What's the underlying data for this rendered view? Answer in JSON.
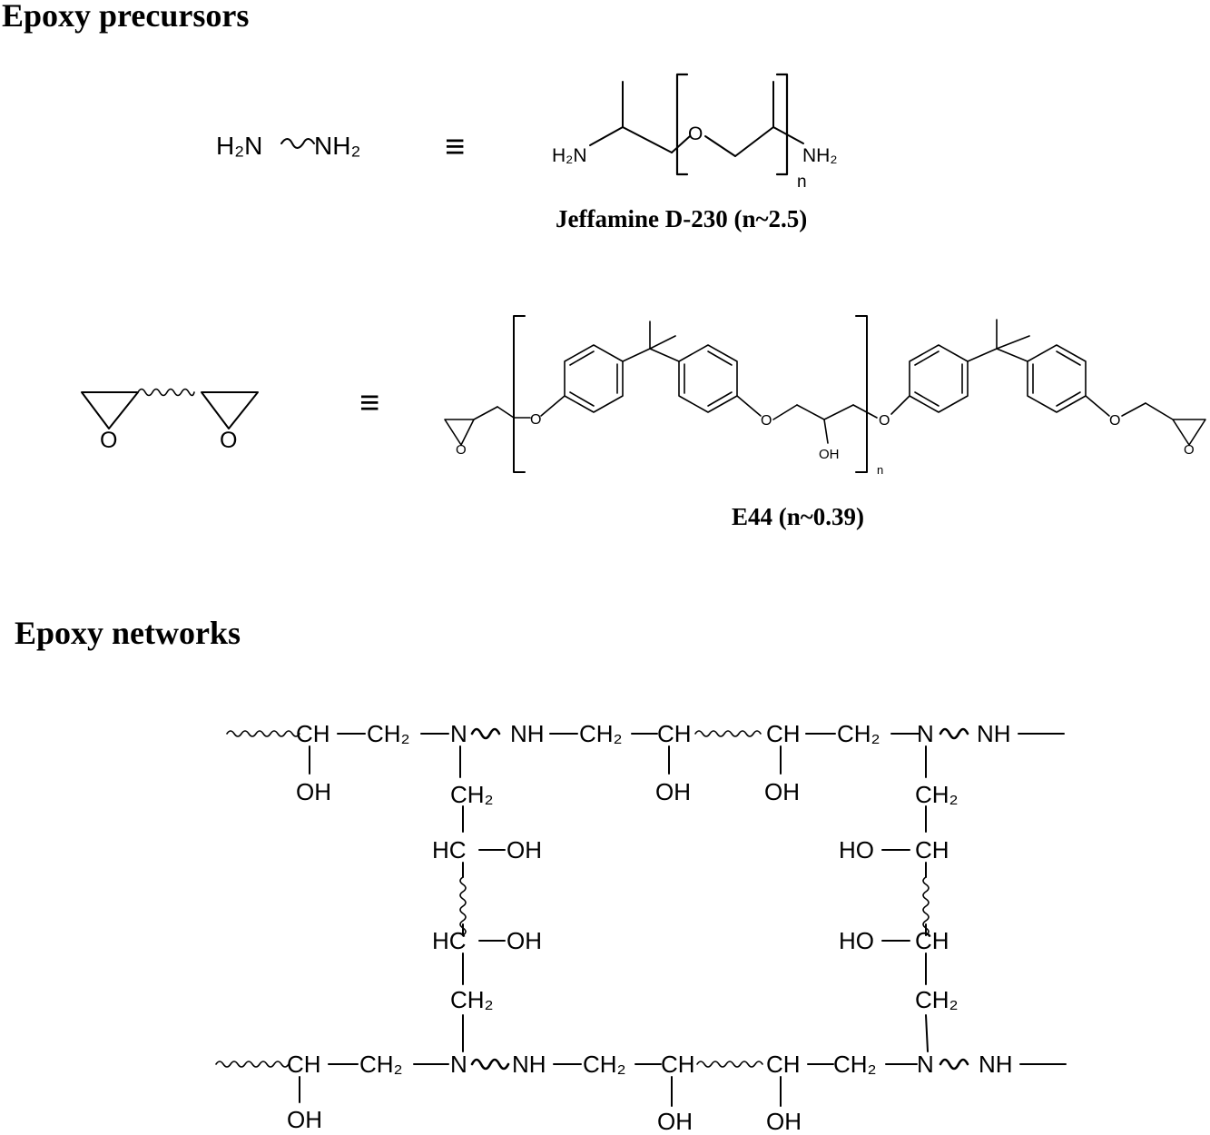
{
  "headings": {
    "precursors": "Epoxy precursors",
    "networks": "Epoxy networks"
  },
  "equiv_symbol": "≡",
  "amine": {
    "shorthand_left": "H₂N",
    "shorthand_right": "NH₂",
    "full_left": "H₂N",
    "full_right": "NH₂",
    "oxygen": "O",
    "repeat": "n",
    "caption": "Jeffamine D-230 (n~2.5)"
  },
  "epoxy": {
    "ring_o": "O",
    "ether_o": "O",
    "hydroxyl": "OH",
    "repeat": "n",
    "caption": "E44 (n~0.39)"
  },
  "network": {
    "top_chain": [
      "CH",
      "CH₂",
      "N",
      "NH",
      "CH₂",
      "CH",
      "CH",
      "CH₂",
      "N",
      "NH"
    ],
    "bottom_chain": [
      "CH",
      "CH₂",
      "N",
      "NH",
      "CH₂",
      "CH",
      "CH",
      "CH₂",
      "N",
      "NH"
    ],
    "oh": "OH",
    "ho": "HO",
    "hc": "HC",
    "ch": "CH",
    "ch2": "CH₂"
  },
  "colors": {
    "ink": "#000000",
    "background": "#ffffff"
  }
}
